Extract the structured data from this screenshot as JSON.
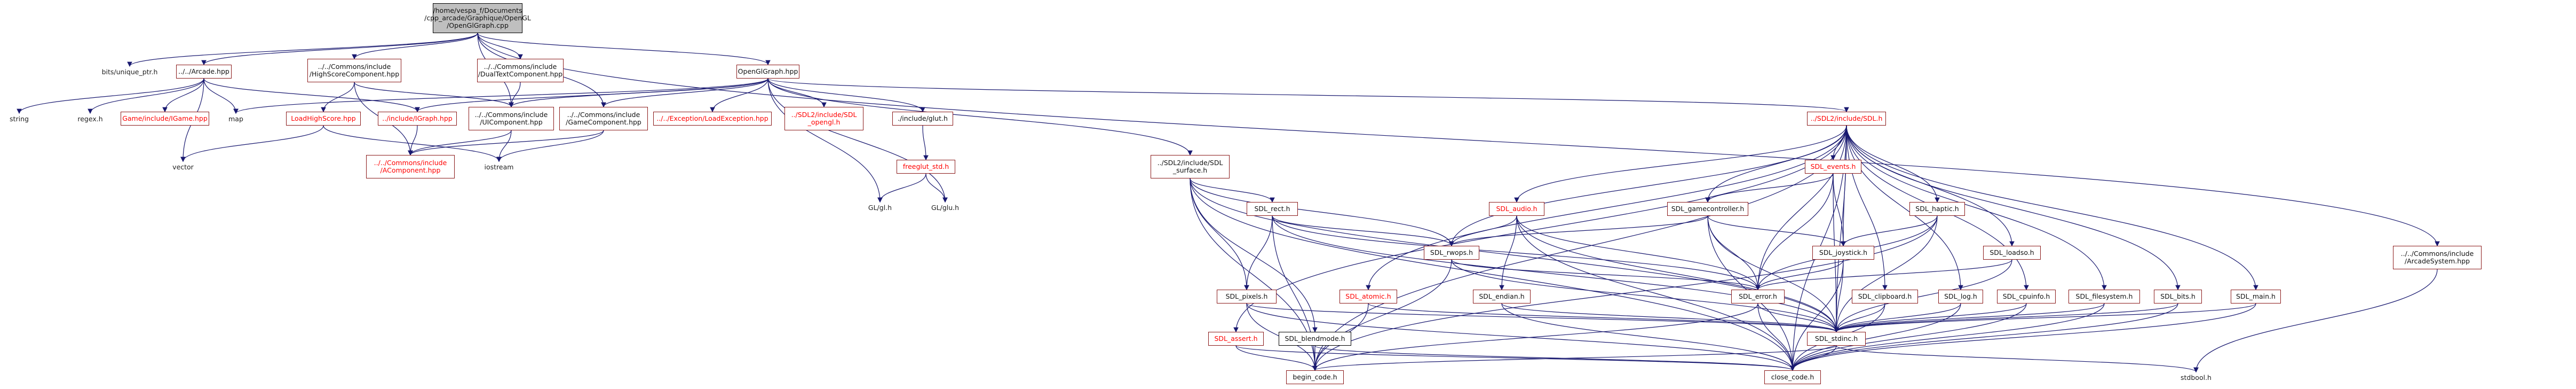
{
  "diagram": {
    "root": "/home/vespa_f/Documents\n/cpp_arcade/Graphique/OpenGL\n/OpenGlGraph.cpp",
    "nodes": {
      "bits_unique_ptr": "bits/unique_ptr.h",
      "arcade_hpp": "../../Arcade.hpp",
      "highscore": "../../Commons/include\n/HighScoreComponent.hpp",
      "dualtext": "../../Commons/include\n/DualTextComponent.hpp",
      "openglgraph_hpp": "OpenGlGraph.hpp",
      "arcadesystem": "../../Commons/include\n/ArcadeSystem.hpp",
      "string": "string",
      "regex": "regex.h",
      "igame": "Game/include/IGame.hpp",
      "map": "map",
      "loadhighscore": "LoadHighScore.hpp",
      "igraph": "../include/IGraph.hpp",
      "uicomponent": "../../Commons/include\n/UIComponent.hpp",
      "gamecomponent": "../../Commons/include\n/GameComponent.hpp",
      "loadexception": "../../Exception/LoadException.hpp",
      "sdl_opengl": "../SDL2/include/SDL\n_opengl.h",
      "include_glut": "./include/glut.h",
      "sdl_h": "../SDL2/include/SDL.h",
      "vector": "vector",
      "acomponent": "../../Commons/include\n/AComponent.hpp",
      "iostream": "iostream",
      "freeglut_std": "freeglut_std.h",
      "gl_gl": "GL/gl.h",
      "gl_glu": "GL/glu.h",
      "sdl_surface": "../SDL2/include/SDL\n_surface.h",
      "sdl_rect": "SDL_rect.h",
      "sdl_pixels": "SDL_pixels.h",
      "sdl_rwops": "SDL_rwops.h",
      "sdl_endian": "SDL_endian.h",
      "sdl_blendmode": "SDL_blendmode.h",
      "sdl_events": "SDL_events.h",
      "sdl_gamecontroller": "SDL_gamecontroller.h",
      "sdl_haptic": "SDL_haptic.h",
      "sdl_audio": "SDL_audio.h",
      "sdl_joystick": "SDL_joystick.h",
      "sdl_loadso": "SDL_loadso.h",
      "sdl_error": "SDL_error.h",
      "sdl_atomic": "SDL_atomic.h",
      "sdl_clipboard": "SDL_clipboard.h",
      "sdl_log": "SDL_log.h",
      "sdl_cpuinfo": "SDL_cpuinfo.h",
      "sdl_filesystem": "SDL_filesystem.h",
      "sdl_bits": "SDL_bits.h",
      "sdl_main": "SDL_main.h",
      "sdl_stdinc": "SDL_stdinc.h",
      "sdl_assert": "SDL_assert.h",
      "begin_code": "begin_code.h",
      "close_code": "close_code.h",
      "stdbool": "stdbool.h"
    }
  }
}
